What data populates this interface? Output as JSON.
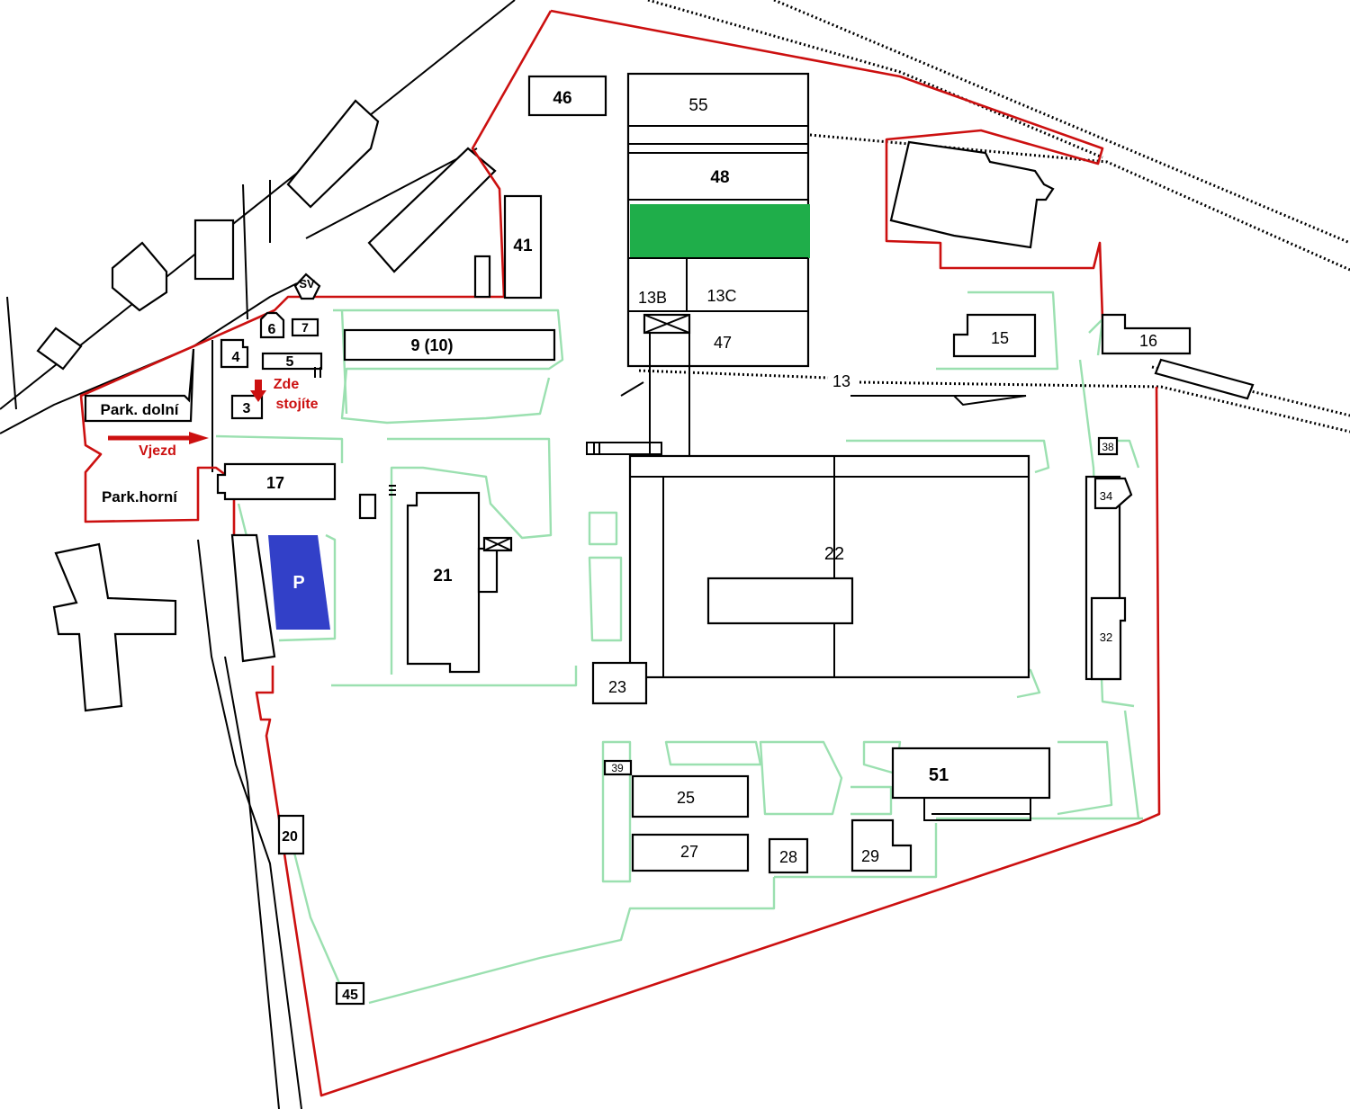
{
  "buildings": {
    "b46": "46",
    "b55": "55",
    "b48": "48",
    "b41": "41",
    "b13b": "13B",
    "b13c": "13C",
    "b47": "47",
    "b13": "13",
    "b15": "15",
    "b16": "16",
    "b9": "9 (10)",
    "b6": "6",
    "b7": "7",
    "b4": "4",
    "b5": "5",
    "b3": "3",
    "b17": "17",
    "b21": "21",
    "b22": "22",
    "b23": "23",
    "b38": "38",
    "b34": "34",
    "b32": "32",
    "b39": "39",
    "b25": "25",
    "b27": "27",
    "b28": "28",
    "b29": "29",
    "b51": "51",
    "b20": "20",
    "b45": "45"
  },
  "labels": {
    "sv": "SV",
    "park_dolni": "Park. dolní",
    "park_horni": "Park.horní",
    "vjezd": "Vjezd",
    "zde_line1": "Zde",
    "zde_line2": "stojíte",
    "parking_p": "P"
  },
  "colors": {
    "site_boundary": "#cc1010",
    "paths": "#9be0b0",
    "highlight_green": "#1fae4a",
    "parking_blue": "#3240c8"
  }
}
